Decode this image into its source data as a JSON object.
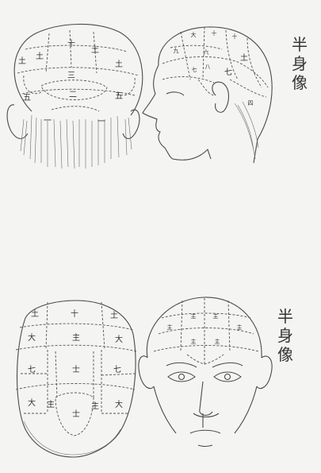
{
  "captions": {
    "top": [
      "半",
      "身",
      "像"
    ],
    "bottom": [
      "半",
      "身",
      "像"
    ]
  },
  "top_back_labels": [
    "十",
    "土",
    "土",
    "土",
    "土",
    "三",
    "二",
    "五",
    "五",
    "一",
    "一"
  ],
  "top_side_labels": [
    "大",
    "十",
    "十",
    "九",
    "六",
    "土",
    "八",
    "七",
    "七",
    "四"
  ],
  "bottom_top_labels": [
    "十",
    "土",
    "土",
    "大",
    "大",
    "主",
    "士",
    "七",
    "七",
    "士",
    "主",
    "主",
    "大",
    "大"
  ],
  "bottom_front_labels": [
    "主",
    "主",
    "主",
    "主",
    "主",
    "主"
  ]
}
